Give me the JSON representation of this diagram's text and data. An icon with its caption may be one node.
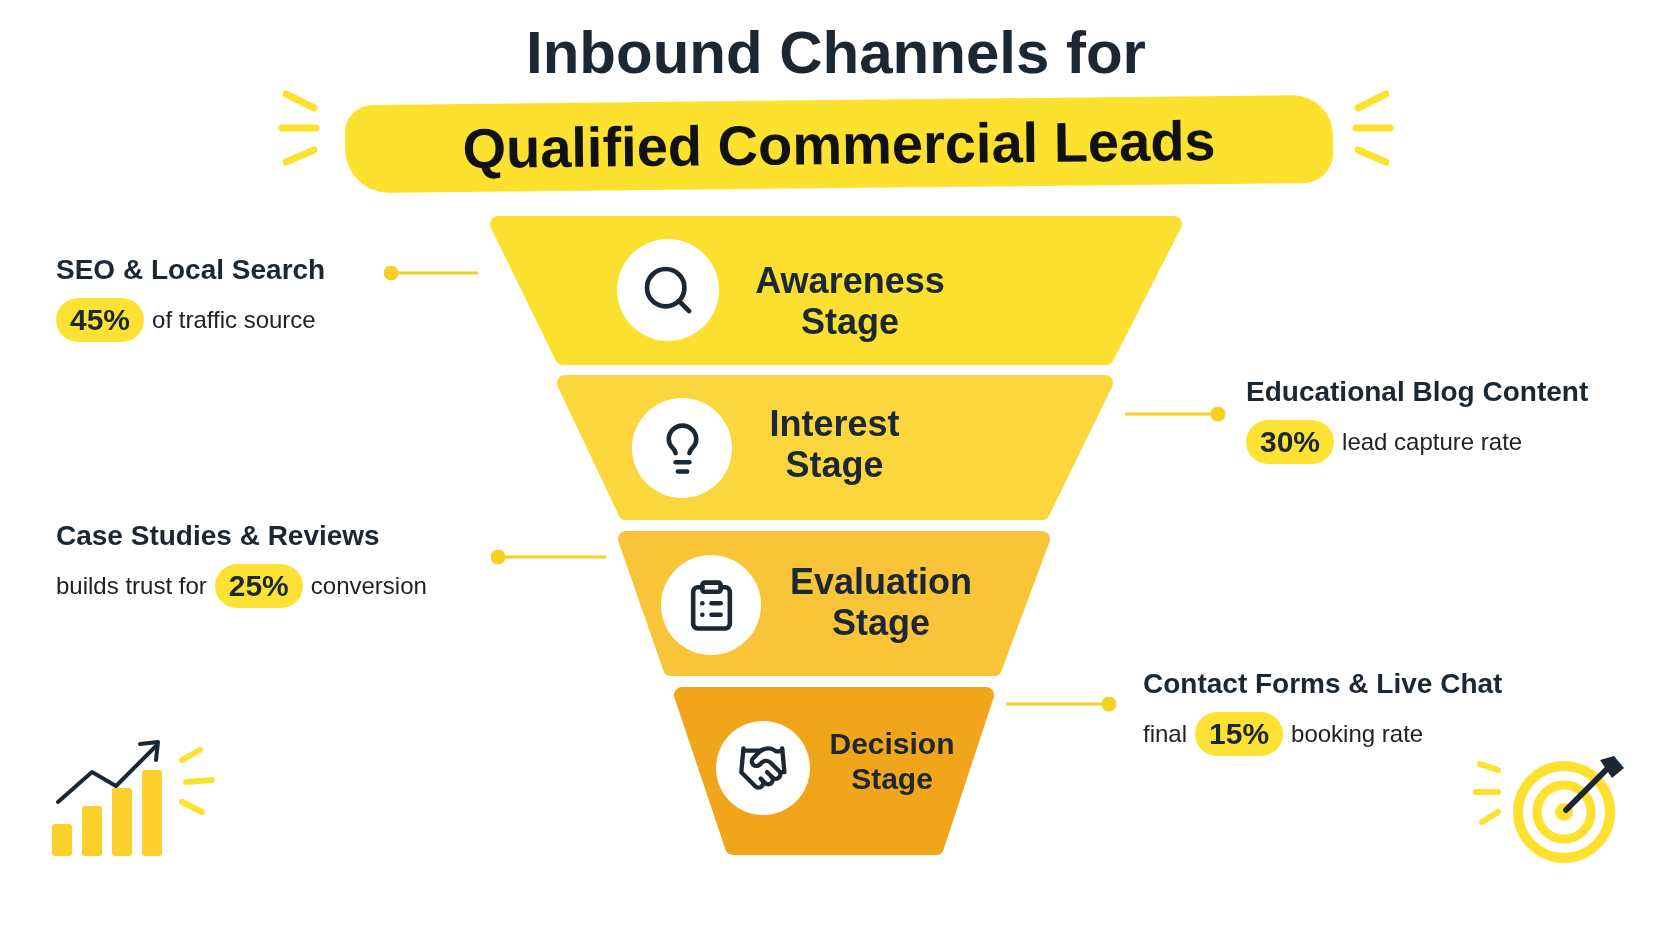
{
  "diagram": {
    "title": "Inbound Channels for",
    "nodes": [
      {
        "text": [
          "Awareness Stage"
        ]
      },
      {
        "text": [
          "Interest Stage"
        ]
      },
      {
        "text": [
          "Evaluation Stage"
        ]
      },
      {
        "text": [
          "Decision Stage"
        ]
      },
      {
        "text": [
          "SEO & Local Search",
          "45%",
          "of traffic source"
        ]
      },
      {
        "text": [
          "Educational Blog Content",
          "30%",
          "lead capture rate"
        ]
      },
      {
        "text": [
          "Case Studies & Reviews",
          "builds trust for",
          "25%",
          "conversion"
        ]
      },
      {
        "text": [
          "Contact Forms & Live Chat",
          "final",
          "15%",
          "booking rate"
        ]
      }
    ],
    "edges": [
      {
        "from": 4,
        "to": 0,
        "arrow": "other"
      },
      {
        "from": 5,
        "to": 1,
        "arrow": "other"
      },
      {
        "from": 6,
        "to": 2,
        "arrow": "other"
      },
      {
        "from": 7,
        "to": 3,
        "arrow": "other"
      }
    ],
    "labels": [
      "Qualified Commercial Leads"
    ]
  }
}
